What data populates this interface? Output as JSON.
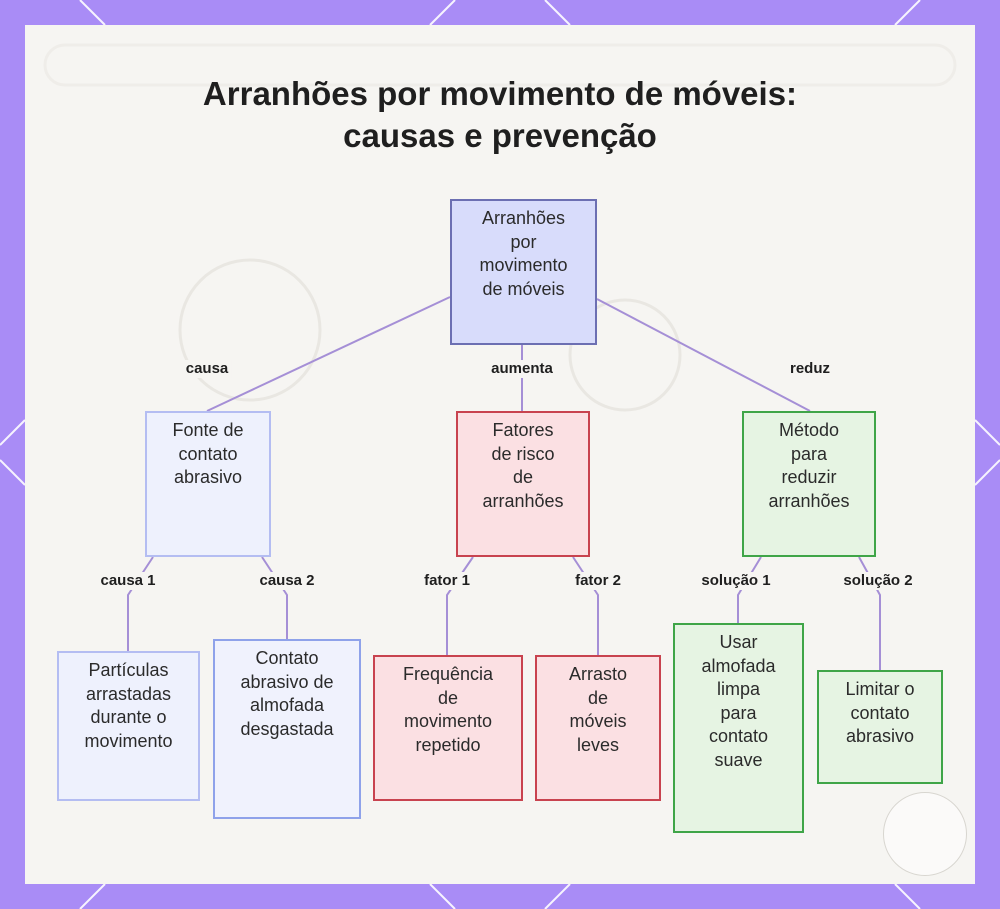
{
  "title": {
    "line1": "Arranhões por movimento de móveis:",
    "line2": "causas e prevenção"
  },
  "nodes": {
    "root": "Arranhões\npor\nmovimento\nde móveis",
    "fonte": "Fonte de\ncontato\nabrasivo",
    "fatores": "Fatores\nde risco\nde\narranhões",
    "metodo": "Método\npara\nreduzir\narranhões",
    "particulas": "Partículas\narrastadas\ndurante o\nmovimento",
    "contato_almofada": "Contato\nabrasivo de\nalmofada\ndesgastada",
    "frequencia": "Frequência\nde\nmovimento\nrepetido",
    "arrasto": "Arrasto\nde\nmóveis\nleves",
    "usar_almofada": "Usar\nalmofada\nlimpa\npara\ncontato\nsuave",
    "limitar": "Limitar o\ncontato\nabrasivo"
  },
  "edge_labels": {
    "causa": "causa",
    "aumenta": "aumenta",
    "reduz": "reduz",
    "causa1": "causa 1",
    "causa2": "causa 2",
    "fator1": "fator 1",
    "fator2": "fator 2",
    "solucao1": "solução 1",
    "solucao2": "solução 2"
  },
  "colors": {
    "frame": "#a98cf6",
    "edge": "#a58fd6"
  }
}
